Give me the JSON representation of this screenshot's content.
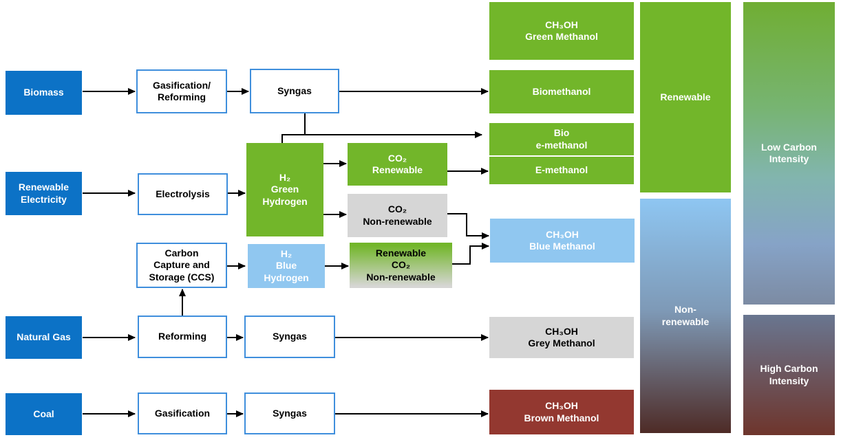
{
  "colors": {
    "source_blue": "#0C72C6",
    "process_border": "#3E8EDC",
    "green": "#72B62A",
    "light_blue": "#90C7F0",
    "grey": "#D6D6D6",
    "brown": "#933830",
    "grad_grey_fade": "#D6D6D4",
    "nonren_top": "#8EC6F2",
    "nonren_mid": "#7E99B6",
    "nonren_bottom": "#4E2B26",
    "lowc_top": "#70AE33",
    "lowc_mid1": "#77B472",
    "lowc_mid2": "#82B5AE",
    "lowc_mid3": "#86A3C7",
    "lowc_bottom": "#7C8BA3",
    "highc_top": "#697690",
    "highc_bottom": "#6E352C"
  },
  "nodes": {
    "sources": {
      "biomass": {
        "label": "Biomass"
      },
      "renewable_electricity": {
        "label": "Renewable\nElectricity"
      },
      "natural_gas": {
        "label": "Natural Gas"
      },
      "coal": {
        "label": "Coal"
      }
    },
    "processes": {
      "gasification_reforming": {
        "label": "Gasification/\nReforming"
      },
      "electrolysis": {
        "label": "Electrolysis"
      },
      "ccs": {
        "label": "Carbon\nCapture and\nStorage (CCS)"
      },
      "reforming": {
        "label": "Reforming"
      },
      "gasification": {
        "label": "Gasification"
      }
    },
    "intermediates": {
      "syngas_biomass": {
        "label": "Syngas"
      },
      "syngas_gas": {
        "label": "Syngas"
      },
      "syngas_coal": {
        "label": "Syngas"
      },
      "h2_green": {
        "label": "H₂\nGreen\nHydrogen"
      },
      "h2_blue": {
        "label": "H₂\nBlue\nHydrogen"
      },
      "co2_renewable": {
        "label": "CO₂\nRenewable"
      },
      "co2_nonrenewable": {
        "label": "CO₂\nNon-renewable"
      },
      "renewable_co2_nonrenewable": {
        "label": "Renewable\nCO₂\nNon-renewable"
      }
    },
    "products": {
      "green_methanol": {
        "label": "CH₃OH\nGreen Methanol"
      },
      "biomethanol": {
        "label": "Biomethanol"
      },
      "bio_emethanol": {
        "label": "Bio\ne-methanol"
      },
      "e_methanol": {
        "label": "E-methanol"
      },
      "blue_methanol": {
        "label": "CH₃OH\nBlue Methanol"
      },
      "grey_methanol": {
        "label": "CH₃OH\nGrey Methanol"
      },
      "brown_methanol": {
        "label": "CH₃OH\nBrown Methanol"
      }
    },
    "categories": {
      "renewable": {
        "label": "Renewable"
      },
      "nonrenewable": {
        "label": "Non-\nrenewable"
      },
      "low_carbon": {
        "label": "Low Carbon\nIntensity"
      },
      "high_carbon": {
        "label": "High Carbon\nIntensity"
      }
    }
  }
}
